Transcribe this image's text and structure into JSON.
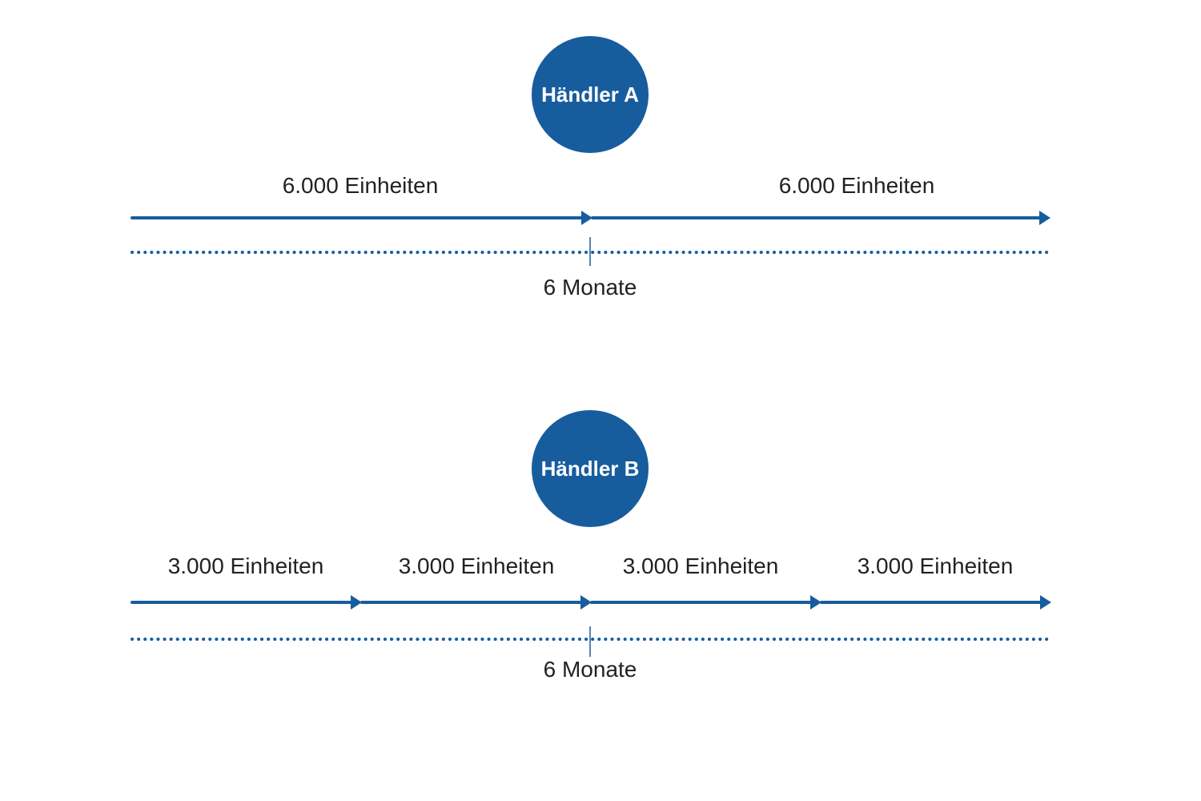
{
  "color_accent": "#175d9e",
  "traders": [
    {
      "name": "Händler A",
      "segments": [
        "6.000 Einheiten",
        "6.000 Einheiten"
      ],
      "midpoint_label": "6 Monate"
    },
    {
      "name": "Händler B",
      "segments": [
        "3.000 Einheiten",
        "3.000 Einheiten",
        "3.000 Einheiten",
        "3.000 Einheiten"
      ],
      "midpoint_label": "6 Monate"
    }
  ]
}
